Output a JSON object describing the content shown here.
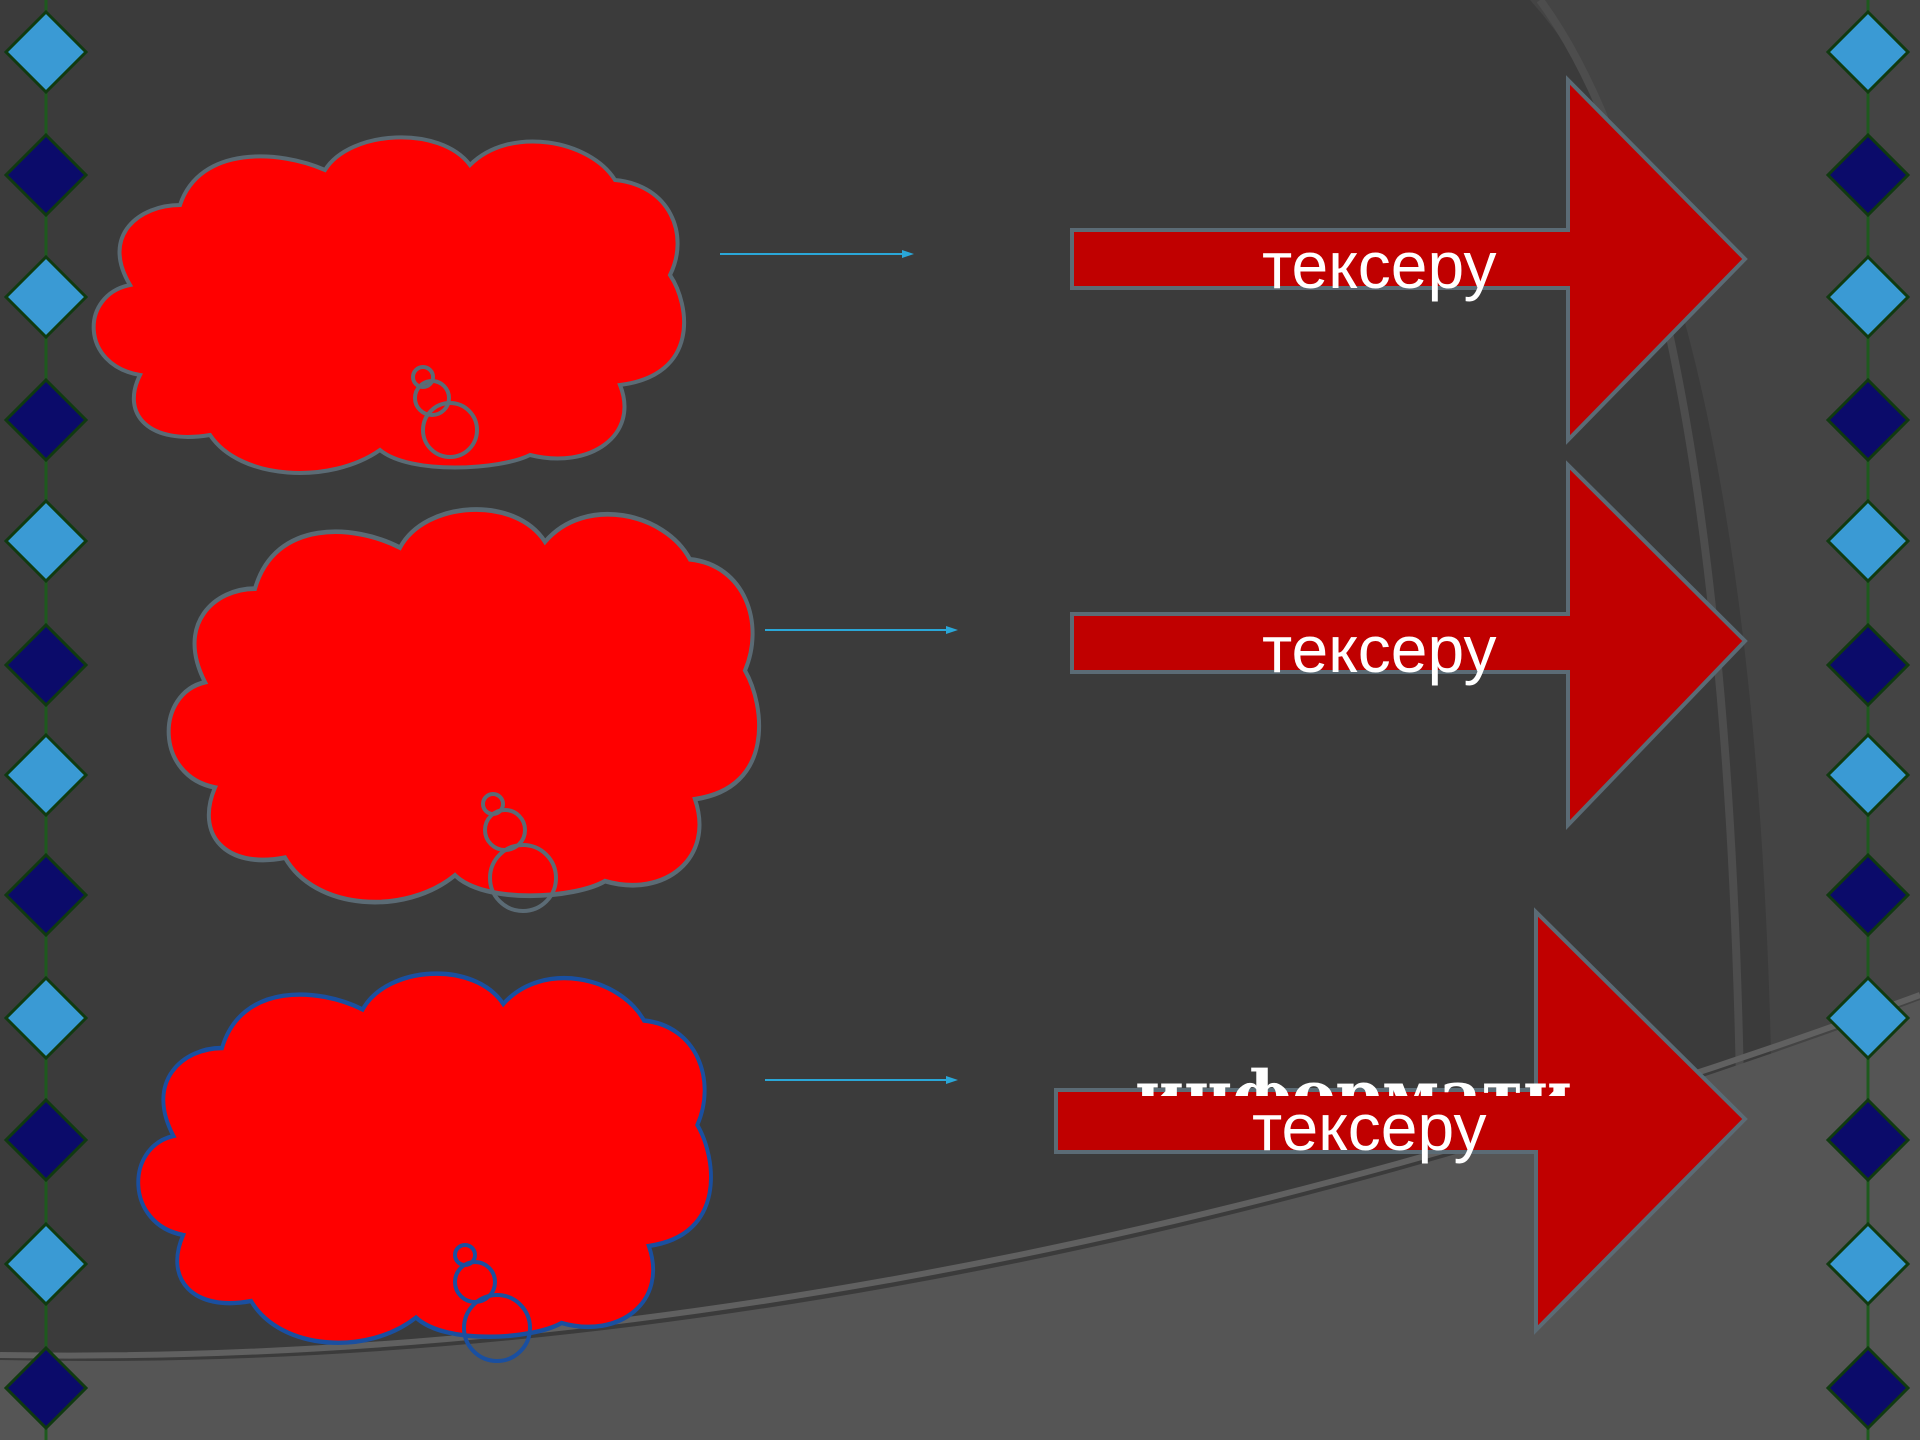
{
  "slide": {
    "colors": {
      "background": "#3b3b3b",
      "arc_light": "#4a4a4a",
      "arc_lighter": "#555555",
      "cloud_fill": "#ff0000",
      "cloud_outline": "#5b6b75",
      "cloud_outline_blue": "#1a4fa0",
      "arrow_fill": "#c00000",
      "arrow_outline": "#5b6b75",
      "connector_line": "#2aa7d8",
      "diamond_light": "#3a9ad4",
      "diamond_dark": "#0b0b6a",
      "chain_line": "#1e5a1e"
    },
    "rows": [
      {
        "arrow_label": "тексеру",
        "hidden_text": ""
      },
      {
        "arrow_label": "тексеру",
        "hidden_text": ""
      },
      {
        "arrow_label": "тексеру",
        "hidden_text": "информати"
      }
    ]
  }
}
